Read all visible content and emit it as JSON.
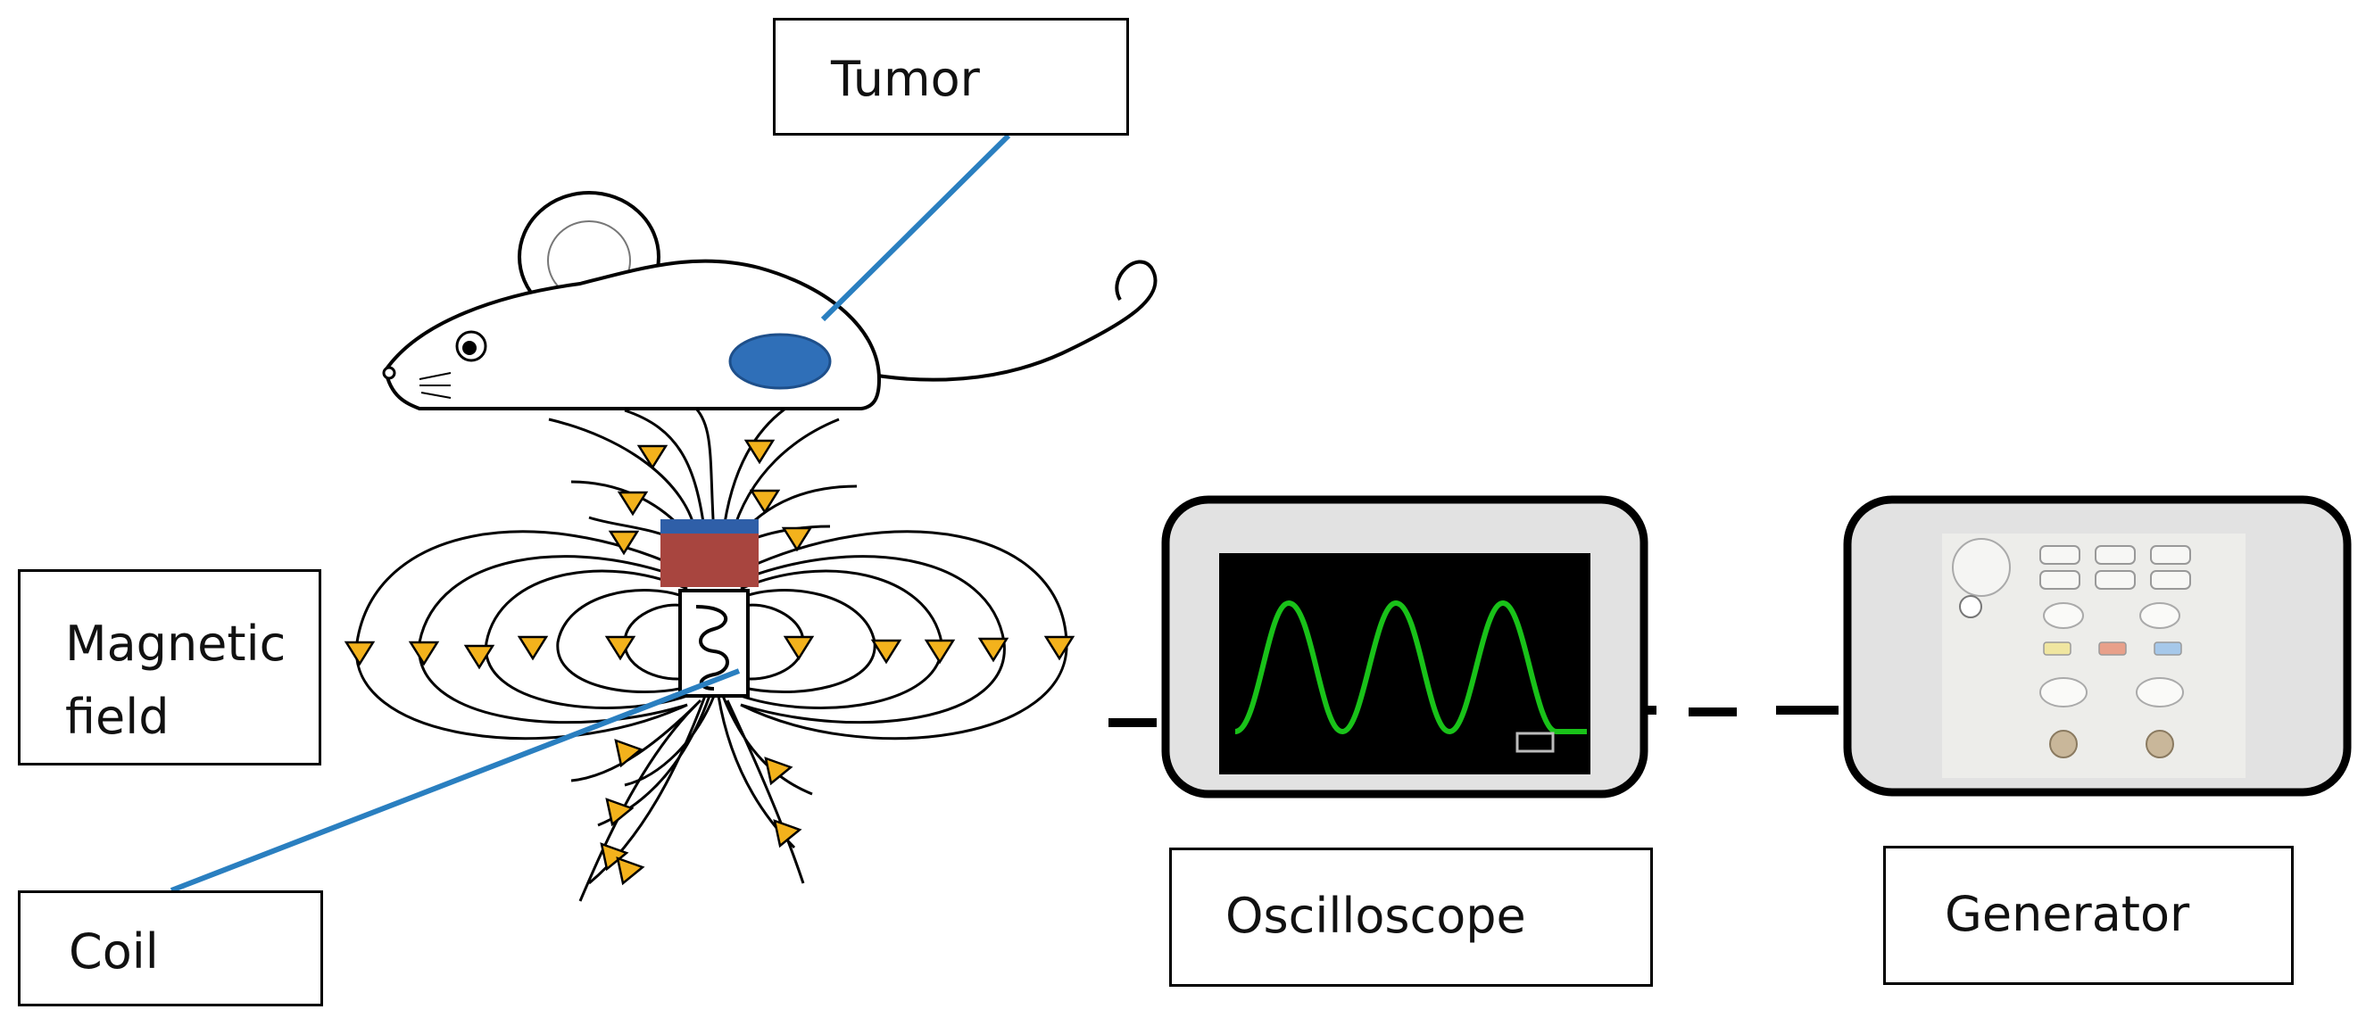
{
  "labels": {
    "tumor": "Tumor",
    "magnetic_field": "Magnetic field",
    "coil": "Coil",
    "oscilloscope": "Oscilloscope",
    "generator": "Generator"
  },
  "colors": {
    "leader_line": "#2a7fc0",
    "tumor": "#2f6fb8",
    "magnet": "#a8453f",
    "magnet_top": "#2f5fa8",
    "arrow": "#f3b21c",
    "waveform": "#19c219",
    "screen": "#000000",
    "device_body": "#e2e2e2"
  },
  "icons": {
    "mouse": "mouse-icon",
    "coil": "coil-icon",
    "oscilloscope": "oscilloscope-icon",
    "generator": "generator-icon"
  }
}
